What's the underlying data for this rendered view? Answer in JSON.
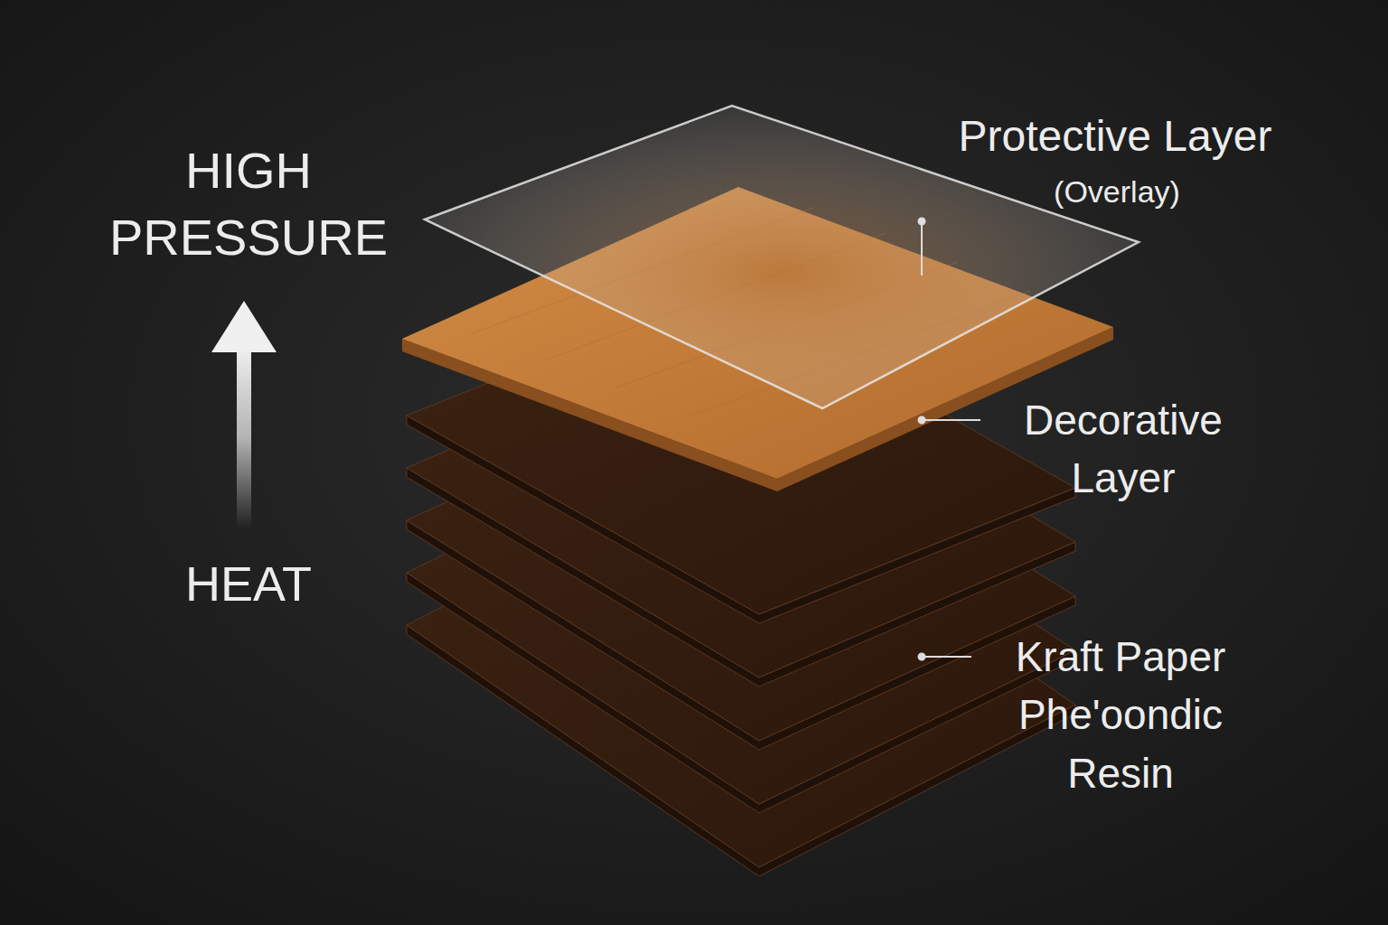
{
  "diagram": {
    "labels": [
      "HIGH PRESSURE",
      "HEAT",
      "Protective Layer",
      "(Overlay)",
      "Decorative Layer",
      "Kraft Paper Phe'oondic Resin"
    ]
  }
}
